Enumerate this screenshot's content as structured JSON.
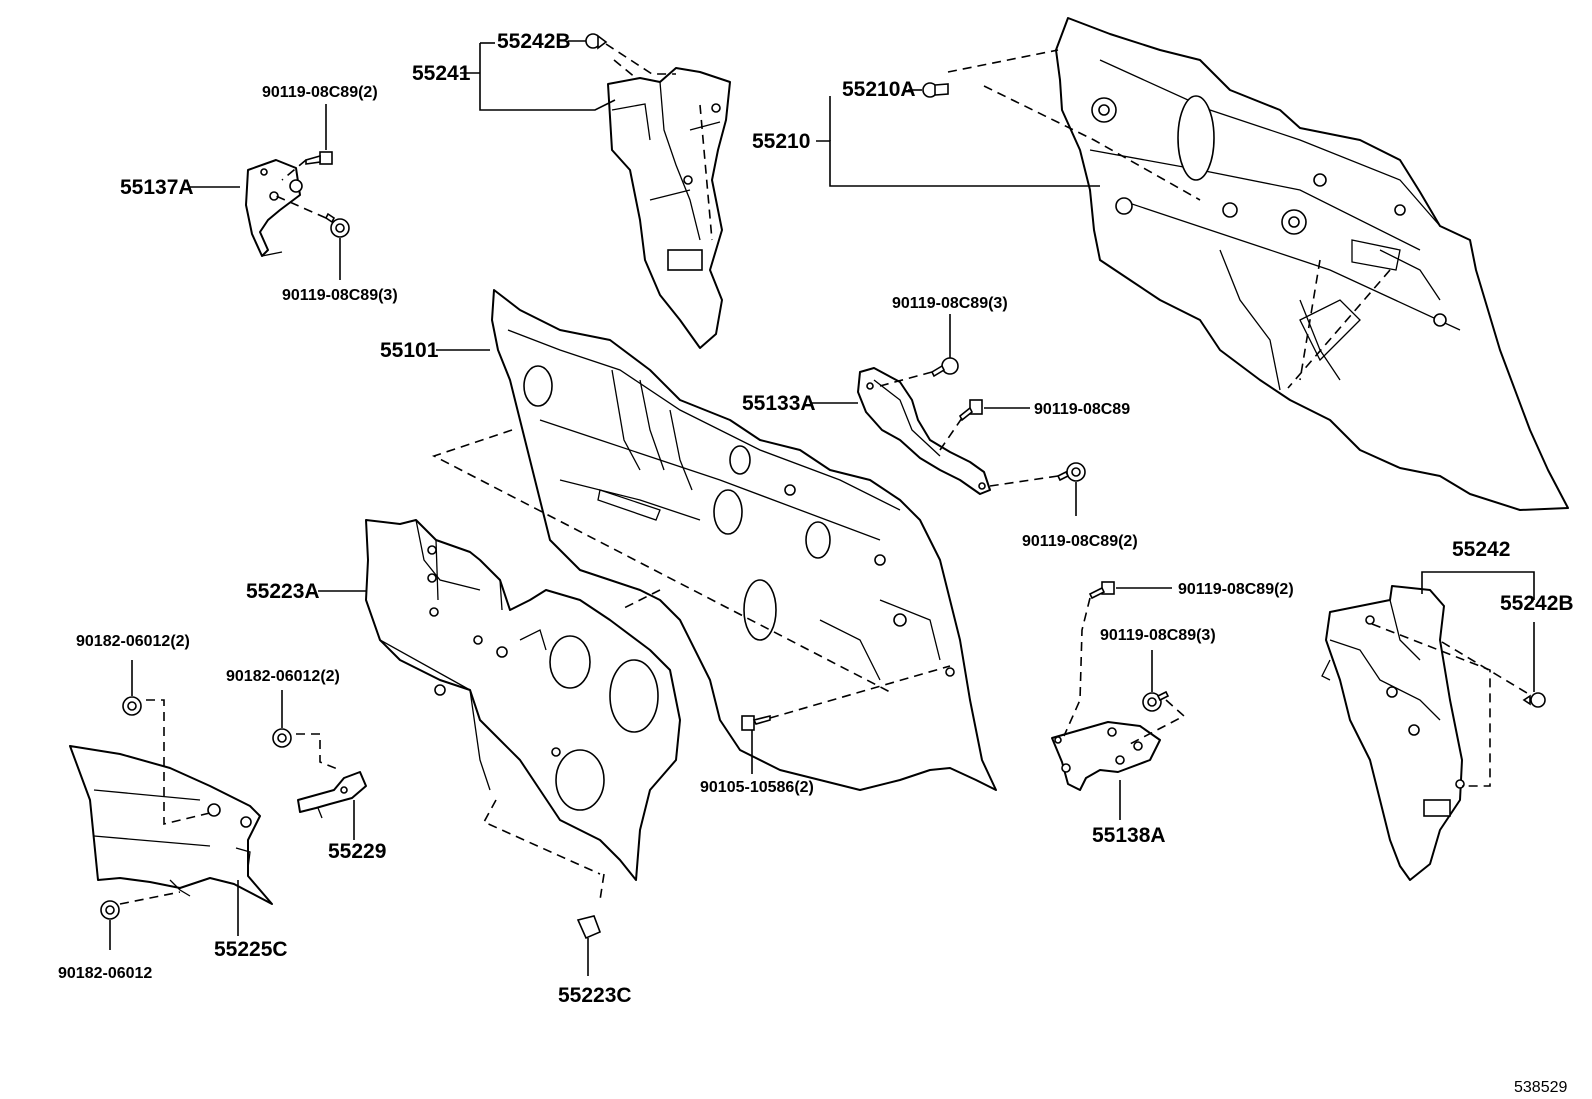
{
  "diagram_id": "538529",
  "labels": {
    "p55242B_top": "55242B",
    "p55241": "55241",
    "p90119_08C89_2_topleft": "90119-08C89(2)",
    "p55137A": "55137A",
    "p90119_08C89_3_topleft": "90119-08C89(3)",
    "p55210A": "55210A",
    "p55210": "55210",
    "p55101": "55101",
    "p90119_08C89_3_mid": "90119-08C89(3)",
    "p55133A": "55133A",
    "p90119_08C89_mid": "90119-08C89",
    "p90119_08C89_2_mid": "90119-08C89(2)",
    "p55223A": "55223A",
    "p55242": "55242",
    "p55242B_right": "55242B",
    "p90119_08C89_2_right": "90119-08C89(2)",
    "p90119_08C89_3_right": "90119-08C89(3)",
    "p90182_06012_2_left": "90182-06012(2)",
    "p90182_06012_2_mid": "90182-06012(2)",
    "p55229": "55229",
    "p90105_10586_2": "90105-10586(2)",
    "p55138A": "55138A",
    "p55225C": "55225C",
    "p90182_06012": "90182-06012",
    "p55223C": "55223C"
  }
}
